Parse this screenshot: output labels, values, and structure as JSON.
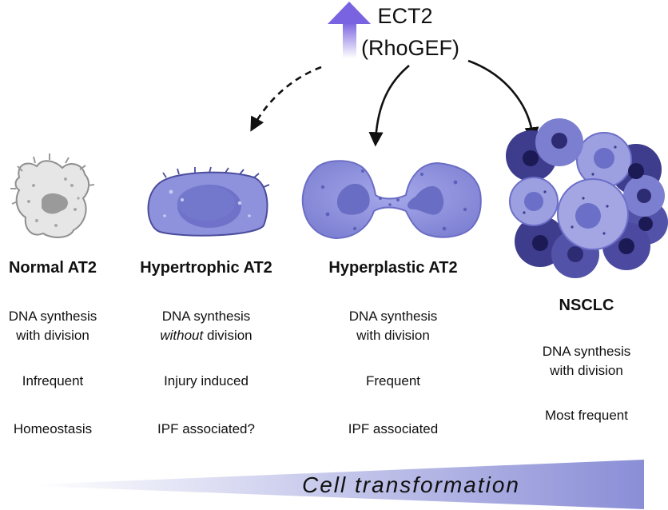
{
  "regulator": {
    "name": "ECT2",
    "subtitle": "(RhoGEF)"
  },
  "cells": [
    {
      "title": "Normal AT2",
      "synthesis_line1": "DNA synthesis",
      "synthesis_line2_em": "",
      "synthesis_line2_rest": "with division",
      "frequency": "Infrequent",
      "context": "Homeostasis"
    },
    {
      "title": "Hypertrophic AT2",
      "synthesis_line1": "DNA synthesis",
      "synthesis_line2_em": "without",
      "synthesis_line2_rest": " division",
      "frequency": "Injury induced",
      "context": "IPF associated?"
    },
    {
      "title": "Hyperplastic AT2",
      "synthesis_line1": "DNA synthesis",
      "synthesis_line2_em": "",
      "synthesis_line2_rest": "with division",
      "frequency": "Frequent",
      "context": "IPF associated"
    },
    {
      "title": "NSCLC",
      "synthesis_line1": "DNA synthesis",
      "synthesis_line2_em": "",
      "synthesis_line2_rest": "with division",
      "frequency": "Most frequent",
      "context": ""
    }
  ],
  "gradient_label": "Cell transformation",
  "colors": {
    "normal_cell": "#e6e6e6",
    "hypertrophic_cell": "#8e92dd",
    "hyperplastic_cell": "#8c8fd8",
    "tumor_dark": "#3e3c8c",
    "tumor_light": "#9c9fe0",
    "gradient_end": "#8a8ed6",
    "arrow_up_top": "#7a63e0"
  }
}
